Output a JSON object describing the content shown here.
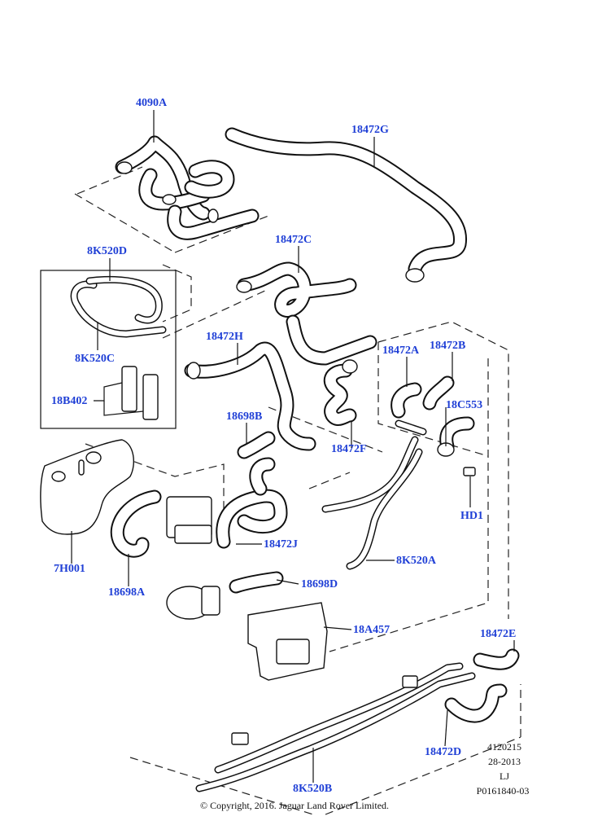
{
  "callouts": {
    "c4090A": "4090A",
    "c18472G": "18472G",
    "c8K520D": "8K520D",
    "c18472C": "18472C",
    "c18472H": "18472H",
    "c8K520C": "8K520C",
    "c18472A": "18472A",
    "c18472B": "18472B",
    "c18B402": "18B402",
    "c18C553": "18C553",
    "c18698B": "18698B",
    "c18472F": "18472F",
    "cHD1": "HD1",
    "c18472J": "18472J",
    "c7H001": "7H001",
    "c8K520A": "8K520A",
    "c18698A": "18698A",
    "c18698D": "18698D",
    "c18A457": "18A457",
    "c18472E": "18472E",
    "c18472D": "18472D",
    "c8K520B": "8K520B"
  },
  "meta": {
    "code": "4120215",
    "date": "28-2013",
    "side": "LJ",
    "ref": "P0161840-03"
  },
  "copyright": "© Copyright, 2016. Jaguar Land Rover Limited."
}
